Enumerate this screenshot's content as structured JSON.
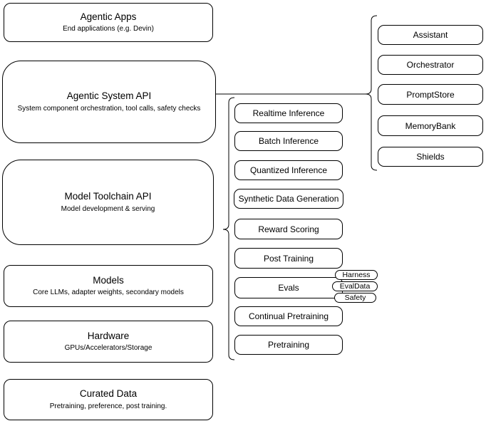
{
  "diagram": {
    "left_stack": [
      {
        "title": "Agentic Apps",
        "subtitle": "End applications (e.g. Devin)"
      },
      {
        "title": "Agentic System API",
        "subtitle": "System component orchestration, tool calls, safety checks"
      },
      {
        "title": "Model Toolchain API",
        "subtitle": "Model development & serving"
      },
      {
        "title": "Models",
        "subtitle": "Core LLMs, adapter weights, secondary models"
      },
      {
        "title": "Hardware",
        "subtitle": "GPUs/Accelerators/Storage"
      },
      {
        "title": "Curated Data",
        "subtitle": "Pretraining, preference, post training."
      }
    ],
    "toolchain_services": [
      {
        "label": "Realtime Inference"
      },
      {
        "label": "Batch Inference"
      },
      {
        "label": "Quantized Inference"
      },
      {
        "label": "Synthetic Data Generation"
      },
      {
        "label": "Reward Scoring"
      },
      {
        "label": "Post Training"
      },
      {
        "label": "Evals"
      },
      {
        "label": "Continual Pretraining"
      },
      {
        "label": "Pretraining"
      }
    ],
    "eval_tags": [
      {
        "label": "Harness"
      },
      {
        "label": "EvalData"
      },
      {
        "label": "Safety"
      }
    ],
    "system_components": [
      {
        "label": "Assistant"
      },
      {
        "label": "Orchestrator"
      },
      {
        "label": "PromptStore"
      },
      {
        "label": "MemoryBank"
      },
      {
        "label": "Shields"
      }
    ],
    "colors": {
      "stroke": "#000000",
      "fill": "#ffffff",
      "text": "#000000"
    }
  }
}
